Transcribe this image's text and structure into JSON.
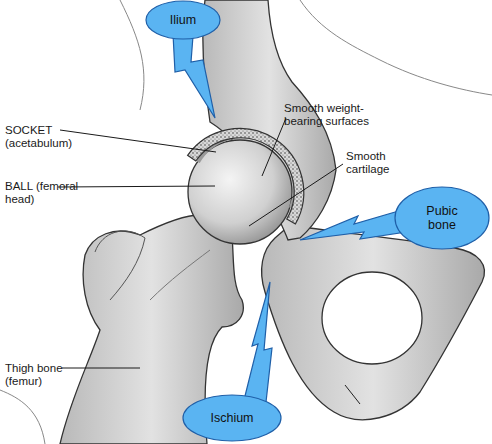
{
  "diagram": {
    "nodes": [
      {
        "text": [
          "Ilium"
        ]
      },
      {
        "text": [
          "Pubic bone"
        ]
      },
      {
        "text": [
          "Ischium"
        ]
      }
    ],
    "labels": [
      "SOCKET (acetabulum)",
      "Smooth weight-bearing surfaces",
      "BALL (femoral head)",
      "Smooth cartilage",
      "Thigh bone (femur)"
    ]
  }
}
